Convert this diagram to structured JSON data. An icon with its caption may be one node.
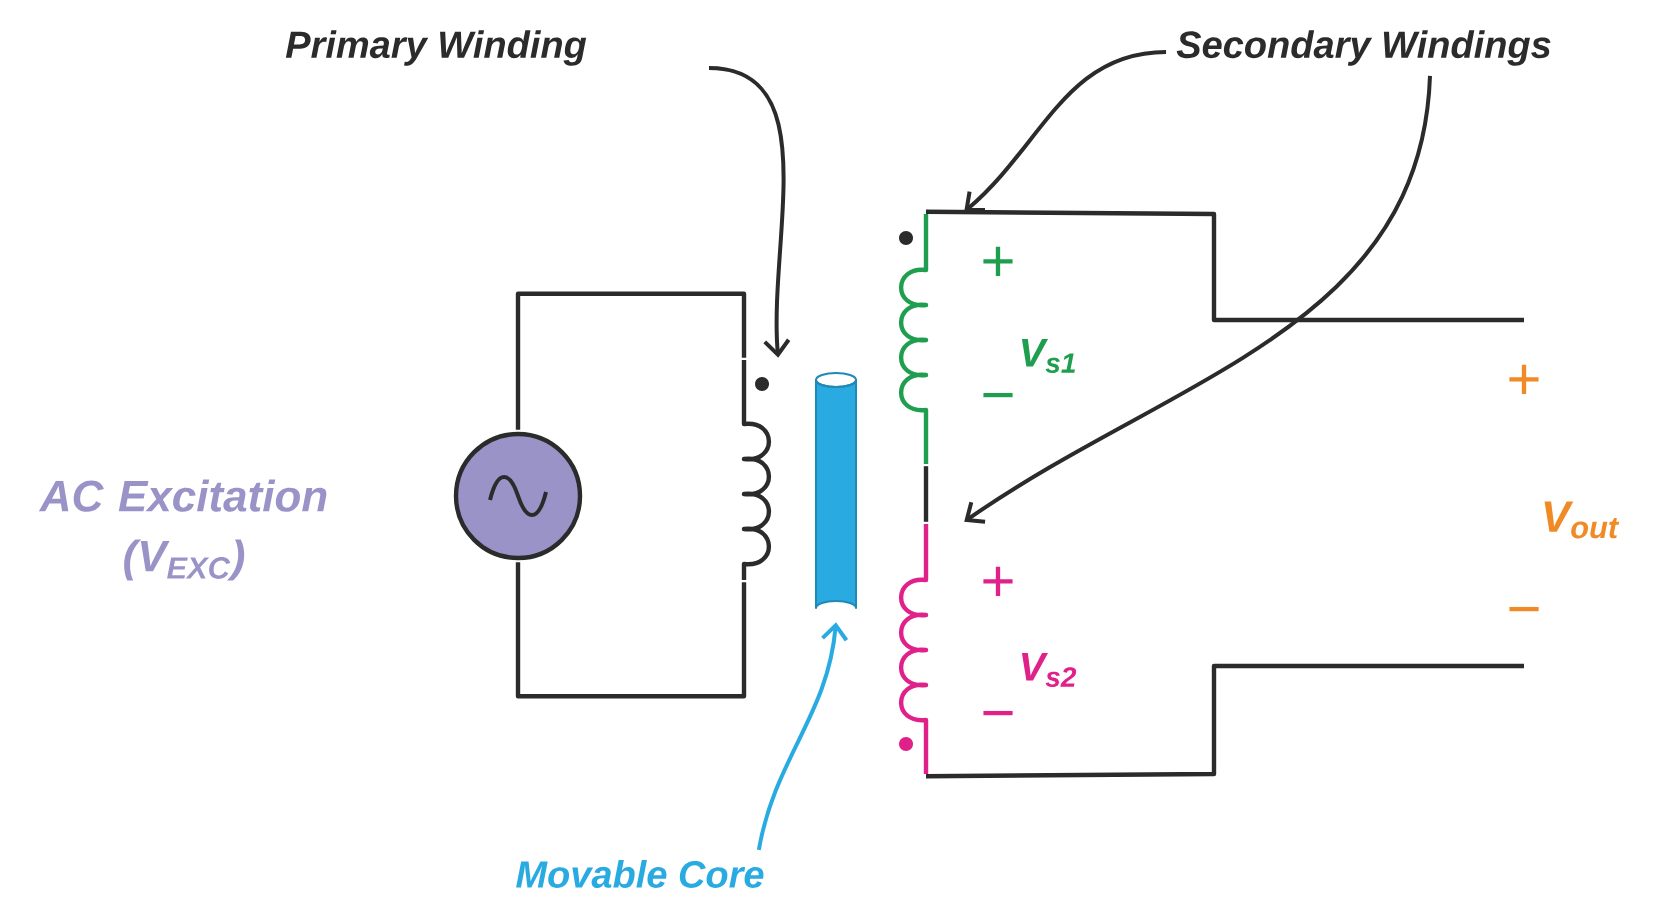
{
  "diagram": {
    "nodes": [
      {
        "text": [
          "Primary Winding"
        ]
      },
      {
        "text": [],
        "shape": "coil"
      },
      {
        "text": [
          "Secondary Windings"
        ]
      },
      {
        "text": [],
        "shape": "coil"
      },
      {
        "text": [],
        "shape": "coil"
      },
      {
        "text": [
          "Movable Core"
        ]
      },
      {
        "text": [],
        "shape": "cylinder"
      },
      {
        "text": [],
        "shape": "circle"
      }
    ],
    "edges": [
      {
        "from": 0,
        "to": 1,
        "arrow": "to"
      },
      {
        "from": 2,
        "to": 3,
        "arrow": "to"
      },
      {
        "from": 2,
        "to": 4,
        "arrow": "to"
      },
      {
        "from": 5,
        "to": 6,
        "arrow": "to",
        "color": "#29abe2"
      },
      {
        "from": 7,
        "to": 1,
        "arrow": "none"
      },
      {
        "from": 7,
        "to": 1,
        "arrow": "none"
      },
      {
        "from": 3,
        "to": null,
        "arrow": "none"
      },
      {
        "from": 3,
        "to": 4,
        "arrow": "none"
      },
      {
        "from": 4,
        "to": null,
        "arrow": "none"
      }
    ],
    "labels": [
      "AC Excitation (V$_{EXC}$)",
      "+",
      "V$_{s1}$",
      "−",
      "+",
      "V$_{s2}$",
      "−",
      "+",
      "V$_{out}$",
      "−"
    ]
  }
}
